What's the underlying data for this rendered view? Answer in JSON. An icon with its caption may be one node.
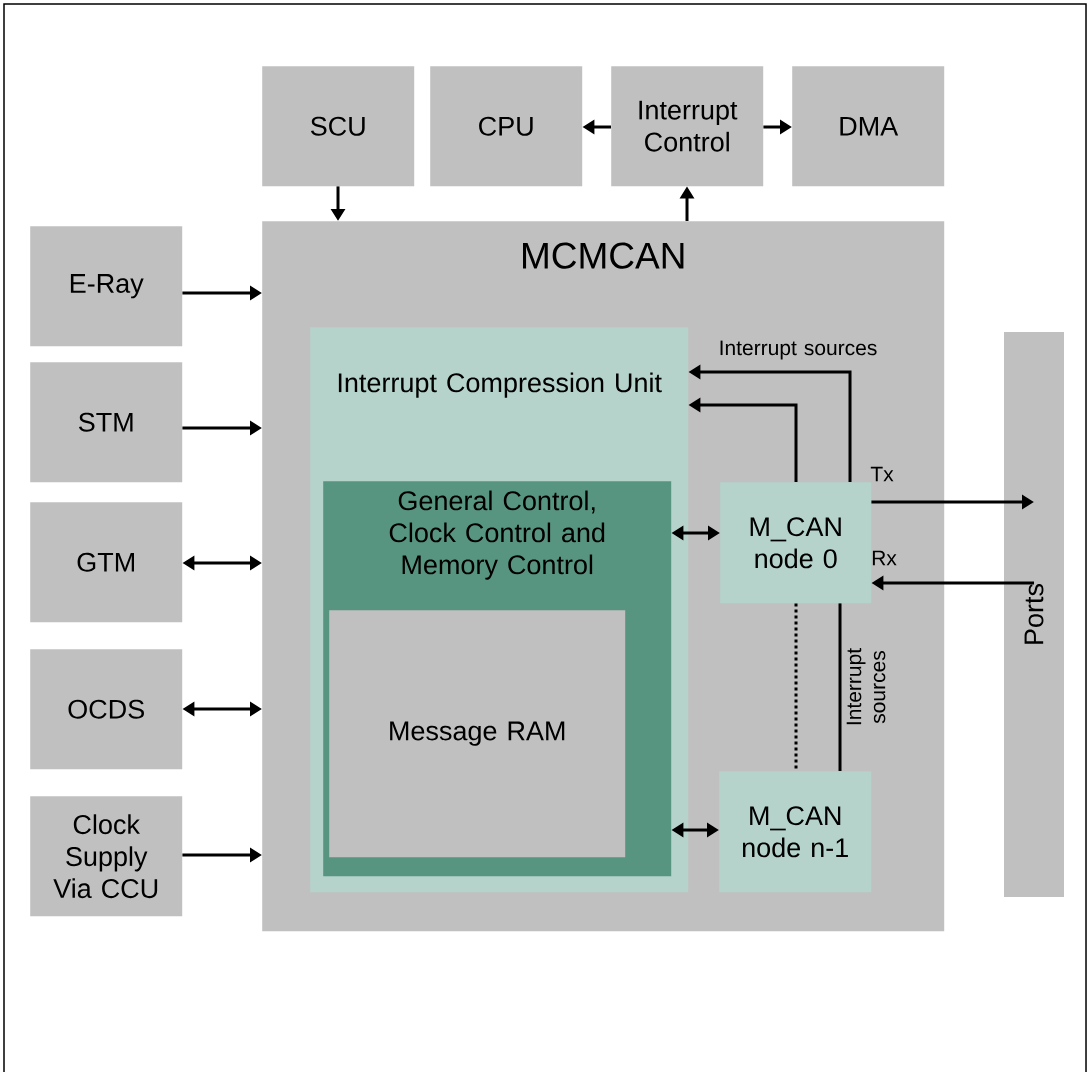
{
  "diagram": {
    "nodes": [
      {
        "text": [
          "SCU"
        ]
      },
      {
        "text": [
          "CPU"
        ]
      },
      {
        "text": [
          "Interrupt Control"
        ]
      },
      {
        "text": [
          "DMA"
        ]
      },
      {
        "text": [
          "MCMCAN"
        ]
      },
      {
        "text": [
          "E-Ray"
        ]
      },
      {
        "text": [
          "STM"
        ]
      },
      {
        "text": [
          "GTM"
        ]
      },
      {
        "text": [
          "OCDS"
        ]
      },
      {
        "text": [
          "Clock Supply Via CCU"
        ]
      },
      {
        "text": [
          "Interrupt Compression Unit"
        ],
        "in": 4
      },
      {
        "text": [
          "General Control, Clock Control and Memory Control"
        ],
        "in": 10
      },
      {
        "text": [
          "Message RAM"
        ],
        "in": 11
      },
      {
        "text": [
          "M_CAN node 0"
        ],
        "in": 4
      },
      {
        "text": [
          "M_CAN node n-1"
        ],
        "in": 4
      },
      {
        "text": [
          "Ports"
        ]
      }
    ],
    "edges": [
      {
        "from": 0,
        "to": 4,
        "arrow": "to"
      },
      {
        "from": 2,
        "to": 1,
        "arrow": "to"
      },
      {
        "from": 2,
        "to": 3,
        "arrow": "to"
      },
      {
        "from": 4,
        "to": 2,
        "arrow": "to"
      },
      {
        "from": 5,
        "to": 4,
        "arrow": "to"
      },
      {
        "from": 6,
        "to": 4,
        "arrow": "to"
      },
      {
        "from": 7,
        "to": 4,
        "arrow": "both"
      },
      {
        "from": 8,
        "to": 4,
        "arrow": "both"
      },
      {
        "from": 9,
        "to": 4,
        "arrow": "to"
      },
      {
        "from": 11,
        "to": 13,
        "arrow": "both"
      },
      {
        "from": 11,
        "to": 14,
        "arrow": "both"
      },
      {
        "from": 13,
        "to": 10,
        "arrow": "to"
      },
      {
        "from": 13,
        "to": 10,
        "arrow": "to",
        "label": "Interrupt sources"
      },
      {
        "from": 14,
        "to": 13,
        "arrow": "none",
        "label": "Interrupt sources"
      },
      {
        "from": 13,
        "to": 14,
        "arrow": "none",
        "style": "dashed"
      },
      {
        "from": 13,
        "to": 15,
        "arrow": "to",
        "label": "Tx"
      },
      {
        "from": 15,
        "to": 13,
        "arrow": "to",
        "label": "Rx"
      }
    ]
  }
}
